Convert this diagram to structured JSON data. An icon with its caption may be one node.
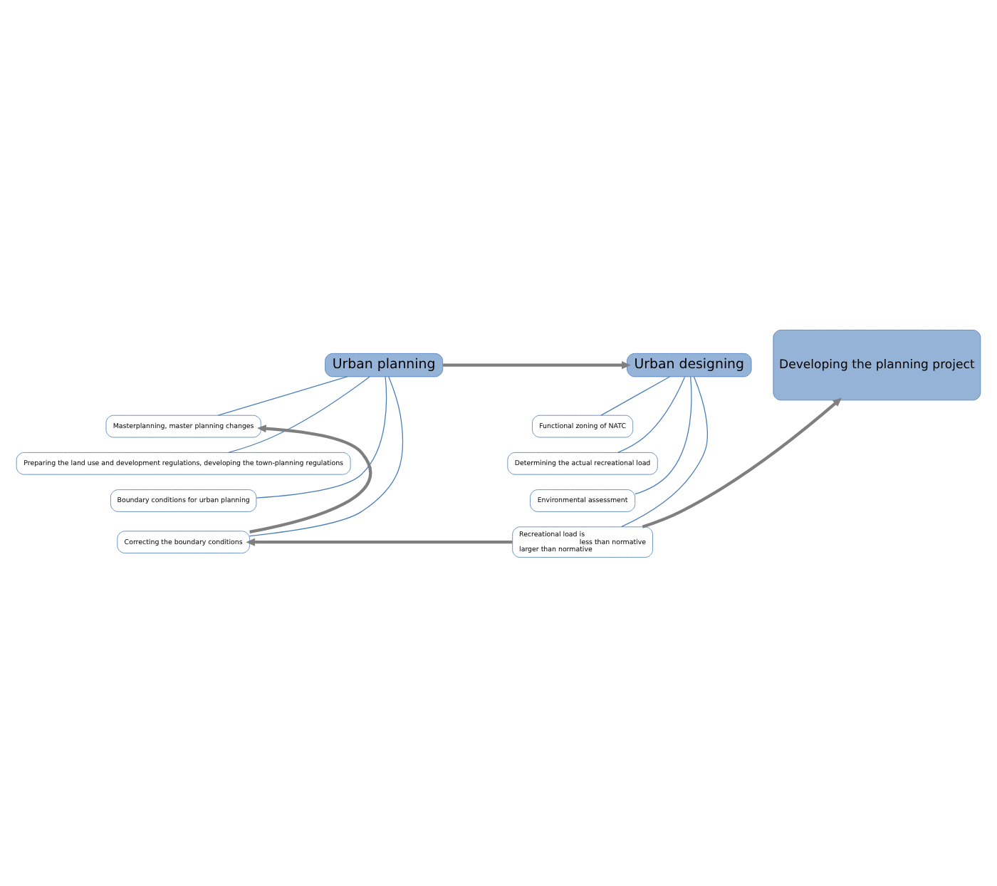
{
  "diagram": {
    "nodes": [
      {
        "text": [
          "Urban planning"
        ]
      },
      {
        "text": [
          "Masterplanning, master planning changes"
        ]
      },
      {
        "text": [
          "Preparing the land use and development regulations, developing the town-planning regulations"
        ]
      },
      {
        "text": [
          "Boundary conditions for urban planning"
        ]
      },
      {
        "text": [
          "Correcting the boundary conditions"
        ]
      },
      {
        "text": [
          "Urban designing"
        ]
      },
      {
        "text": [
          "Functional zoning of NATC"
        ]
      },
      {
        "text": [
          "Determining the actual recreational load"
        ]
      },
      {
        "text": [
          "Environmental assessment"
        ]
      },
      {
        "text": [
          "Recreational load is",
          "less than normative",
          "larger than normative"
        ]
      },
      {
        "text": [
          "Developing the planning project"
        ]
      }
    ],
    "edges": [
      {
        "from": 0,
        "to": 1,
        "arrow": "none"
      },
      {
        "from": 0,
        "to": 2,
        "arrow": "none"
      },
      {
        "from": 0,
        "to": 3,
        "arrow": "none"
      },
      {
        "from": 0,
        "to": 4,
        "arrow": "none"
      },
      {
        "from": 5,
        "to": 6,
        "arrow": "none"
      },
      {
        "from": 5,
        "to": 7,
        "arrow": "none"
      },
      {
        "from": 5,
        "to": 8,
        "arrow": "none"
      },
      {
        "from": 5,
        "to": 9,
        "arrow": "none"
      },
      {
        "from": 0,
        "to": 5,
        "arrow": "to",
        "style": "thick",
        "color": "#7f7f7f"
      },
      {
        "from": 4,
        "to": 1,
        "arrow": "to",
        "style": "thick",
        "color": "#7f7f7f"
      },
      {
        "from": 9,
        "to": 10,
        "arrow": "to",
        "style": "thick",
        "color": "#7f7f7f"
      },
      {
        "from": 9,
        "to": 4,
        "arrow": "to",
        "style": "thick",
        "color": "#7f7f7f"
      }
    ]
  }
}
